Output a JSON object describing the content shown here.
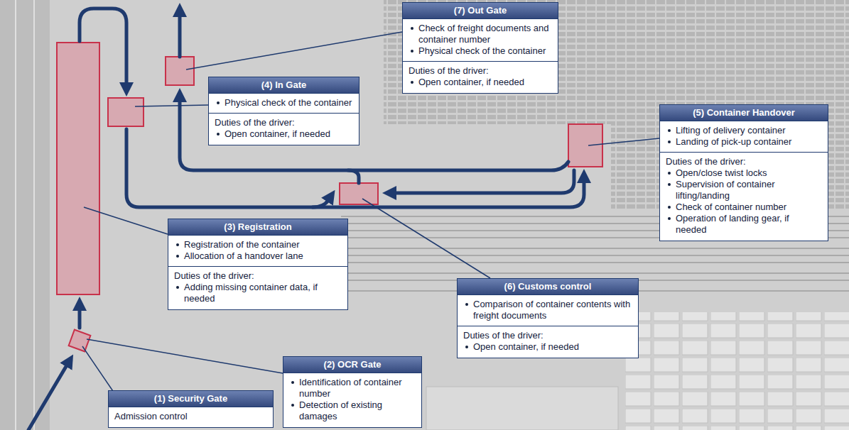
{
  "diagram": {
    "nodes": [
      {
        "text": [
          "(1) Security Gate",
          "Admission control"
        ]
      },
      {
        "text": [
          "(2) OCR Gate",
          "Identification of container number",
          "Detection of existing damages"
        ]
      },
      {
        "text": [
          "(3) Registration",
          "Registration of the container",
          "Allocation of a handover lane",
          "Duties of the driver:",
          "Adding missing container data, if needed"
        ]
      },
      {
        "text": [
          "(4) In Gate",
          "Physical check of the container",
          "Duties of the driver:",
          "Open container, if needed"
        ]
      },
      {
        "text": [
          "(5) Container Handover",
          "Lifting of delivery container",
          "Landing of pick-up container",
          "Duties of the driver:",
          "Open/close twist locks",
          "Supervision of container lifting/landing",
          "Check of container number",
          "Operation of landing gear, if needed"
        ]
      },
      {
        "text": [
          "(6) Customs control",
          "Comparison of container contents with freight documents",
          "Duties of the driver:",
          "Open container, if needed"
        ]
      },
      {
        "text": [
          "(7) Out Gate",
          "Check of freight documents and container number",
          "Physical check of the container",
          "Duties of the driver:",
          "Open container, if needed"
        ]
      }
    ]
  }
}
